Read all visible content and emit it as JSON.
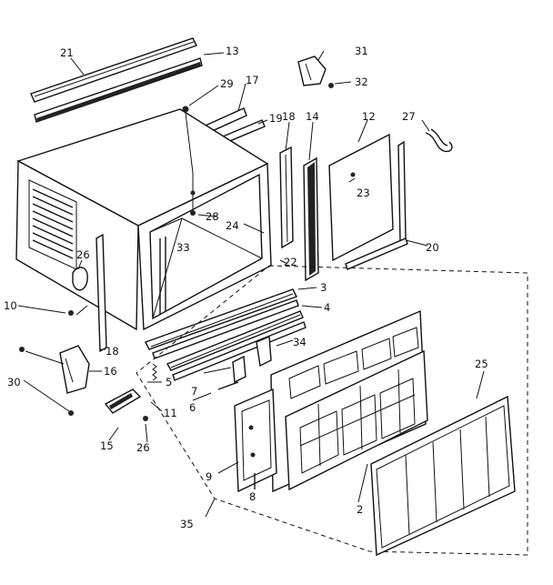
{
  "part_labels": {
    "p2": "2",
    "p3": "3",
    "p4": "4",
    "p5": "5",
    "p6": "6",
    "p7": "7",
    "p9": "9",
    "p10": "10",
    "p11": "11",
    "p12": "12",
    "p13": "13",
    "p14": "14",
    "p15": "15",
    "p16": "16",
    "p17": "17",
    "p18a": "18",
    "p18b": "18",
    "p19": "19",
    "p20": "20",
    "p21": "21",
    "p22": "22",
    "p23": "23",
    "p24": "24",
    "p25": "25",
    "p26a": "26",
    "p26b": "26",
    "p27": "27",
    "p28": "28",
    "p29": "29",
    "p30": "30",
    "p31": "31",
    "p32": "32",
    "p33": "33",
    "p34": "34",
    "p35": "35",
    "p8": "8"
  }
}
